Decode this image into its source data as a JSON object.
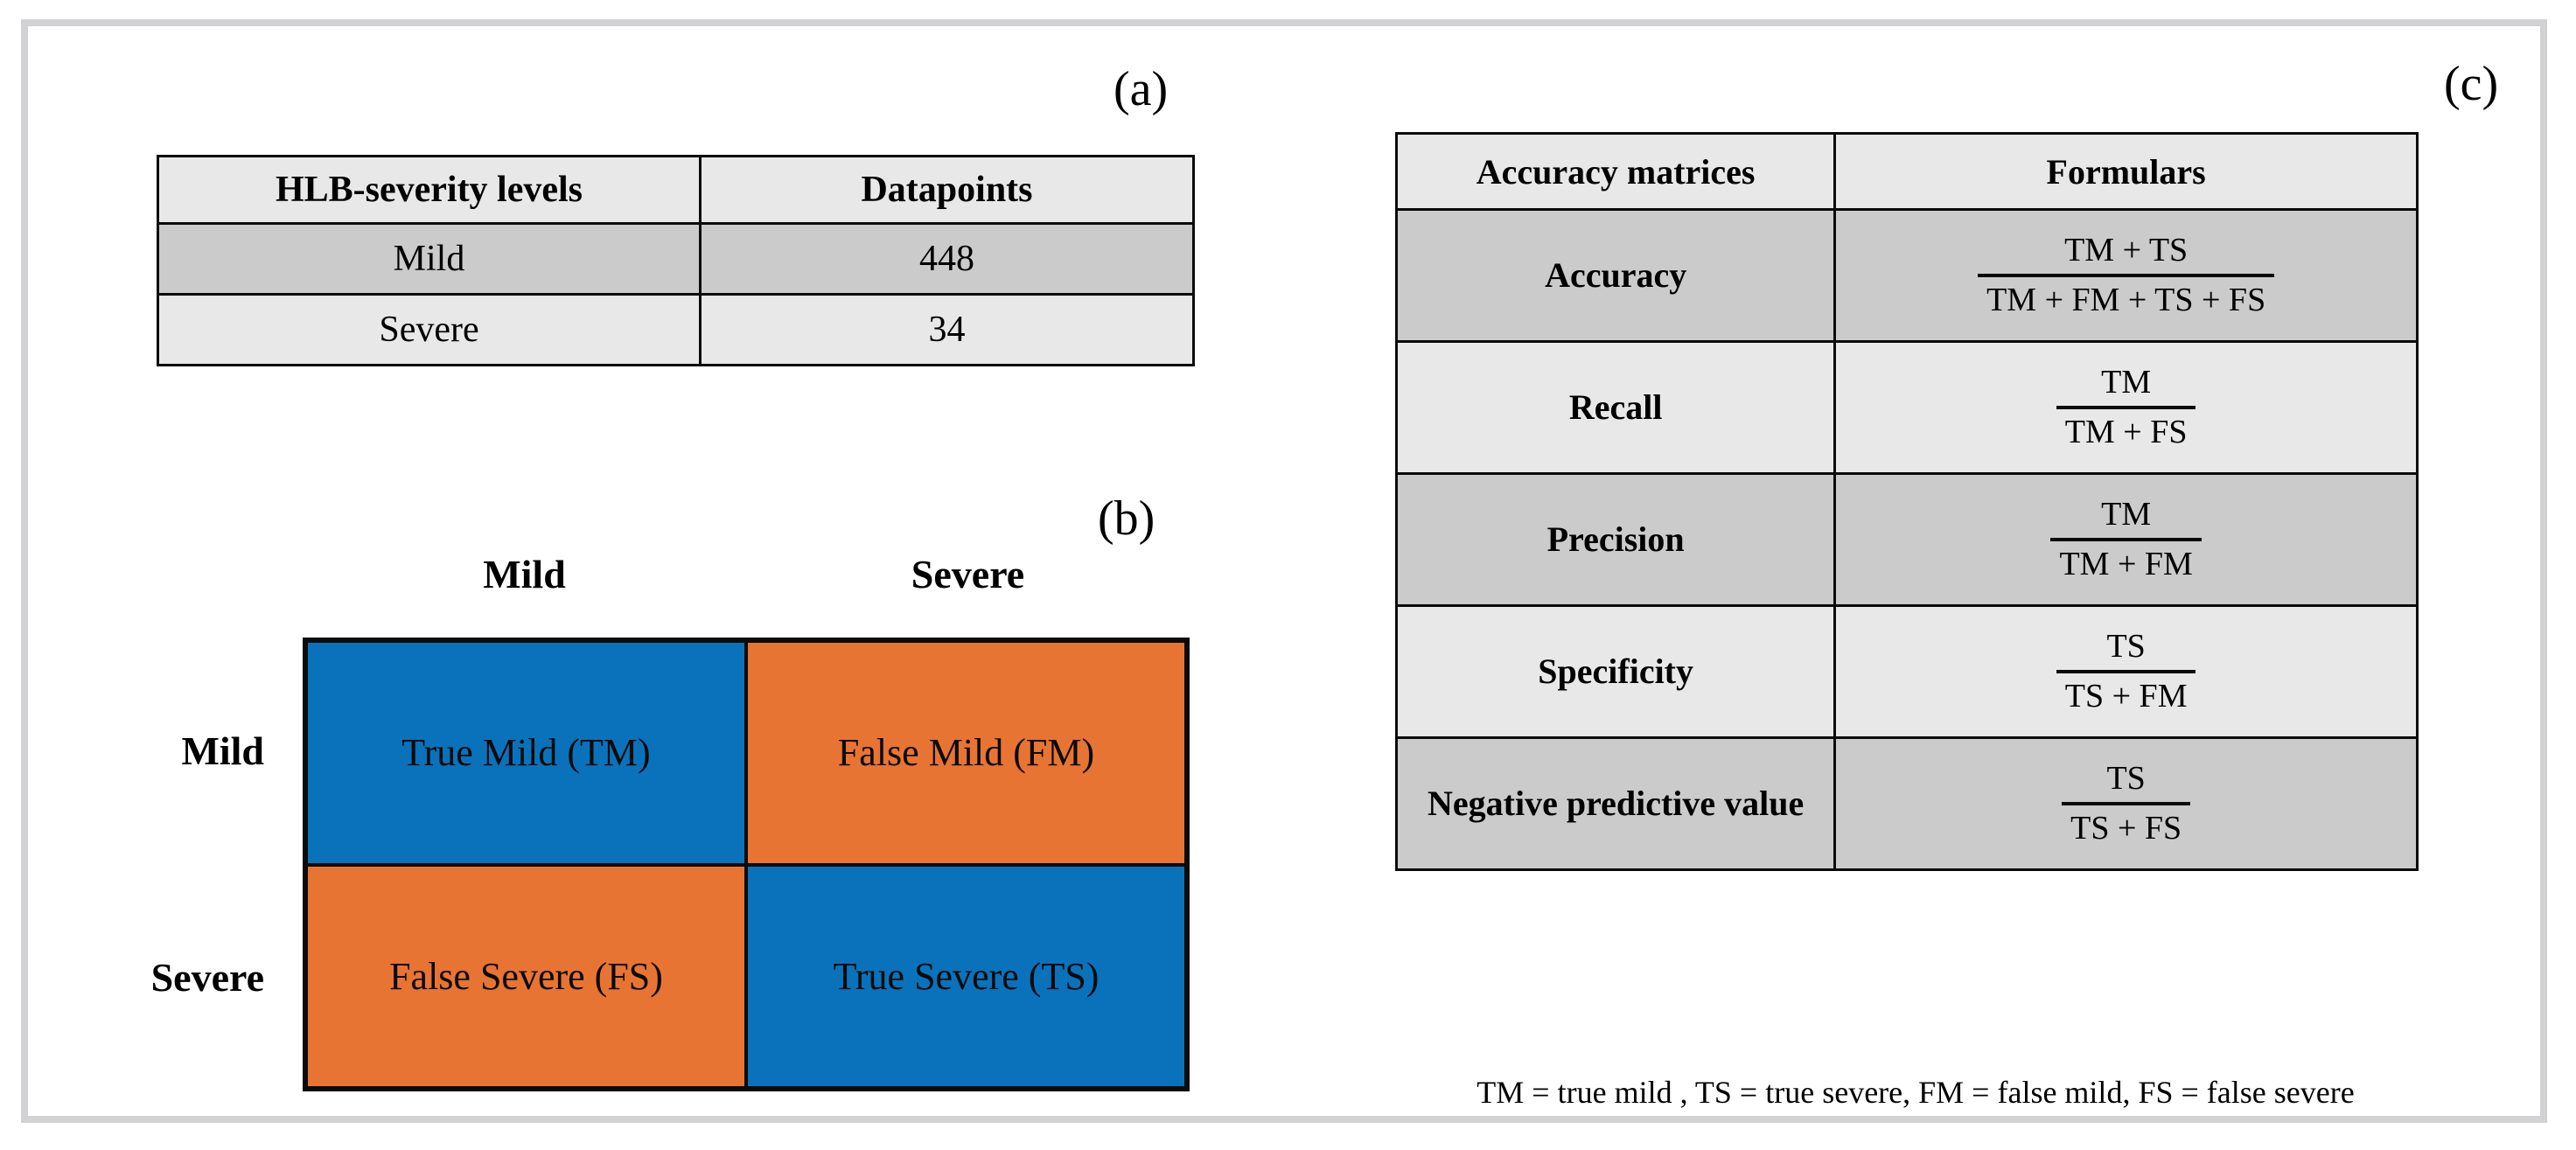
{
  "figure": {
    "panel_labels": {
      "a": "(a)",
      "b": "(b)",
      "c": "(c)"
    }
  },
  "table_a": {
    "headers": [
      "HLB-severity levels",
      "Datapoints"
    ],
    "rows": [
      {
        "level": "Mild",
        "datapoints": "448"
      },
      {
        "level": "Severe",
        "datapoints": "34"
      }
    ]
  },
  "confusion_matrix": {
    "column_headers": [
      "Mild",
      "Severe"
    ],
    "row_headers": [
      "Mild",
      "Severe"
    ],
    "cells": [
      {
        "label": "True Mild (TM)",
        "color": "#0a72bb"
      },
      {
        "label": "False Mild (FM)",
        "color": "#e87433"
      },
      {
        "label": "False Severe (FS)",
        "color": "#e87433"
      },
      {
        "label": "True Severe (TS)",
        "color": "#0a72bb"
      }
    ],
    "colors": {
      "true": "#0a72bb",
      "false": "#e87433"
    }
  },
  "table_c": {
    "headers": [
      "Accuracy matrices",
      "Formulars"
    ],
    "rows": [
      {
        "metric": "Accuracy",
        "numerator": "TM + TS",
        "denominator": "TM + FM + TS + FS"
      },
      {
        "metric": "Recall",
        "numerator": "TM",
        "denominator": "TM + FS"
      },
      {
        "metric": "Precision",
        "numerator": "TM",
        "denominator": "TM + FM"
      },
      {
        "metric": "Specificity",
        "numerator": "TS",
        "denominator": "TS + FM"
      },
      {
        "metric": "Negative predictive value",
        "numerator": "TS",
        "denominator": "TS + FS"
      }
    ],
    "footnote": "TM = true mild , TS = true severe, FM = false mild, FS = false severe"
  },
  "chart_data": {
    "type": "table",
    "title": "HLB severity dataset, confusion matrix and accuracy metric formulas",
    "panels": [
      {
        "id": "a",
        "type": "table",
        "columns": [
          "HLB-severity levels",
          "Datapoints"
        ],
        "rows": [
          [
            "Mild",
            448
          ],
          [
            "Severe",
            34
          ]
        ]
      },
      {
        "id": "b",
        "type": "heatmap",
        "x": [
          "Mild",
          "Severe"
        ],
        "y": [
          "Mild",
          "Severe"
        ],
        "cell_labels": [
          [
            "True Mild (TM)",
            "False Mild (FM)"
          ],
          [
            "False Severe (FS)",
            "True Severe (TS)"
          ]
        ],
        "cell_colors": [
          [
            "#0a72bb",
            "#e87433"
          ],
          [
            "#e87433",
            "#0a72bb"
          ]
        ]
      },
      {
        "id": "c",
        "type": "table",
        "columns": [
          "Accuracy matrices",
          "Formulars"
        ],
        "rows": [
          [
            "Accuracy",
            "(TM + TS) / (TM + FM + TS + FS)"
          ],
          [
            "Recall",
            "TM / (TM + FS)"
          ],
          [
            "Precision",
            "TM / (TM + FM)"
          ],
          [
            "Specificity",
            "TS / (TS + FM)"
          ],
          [
            "Negative predictive value",
            "TS / (TS + FS)"
          ]
        ]
      }
    ]
  }
}
